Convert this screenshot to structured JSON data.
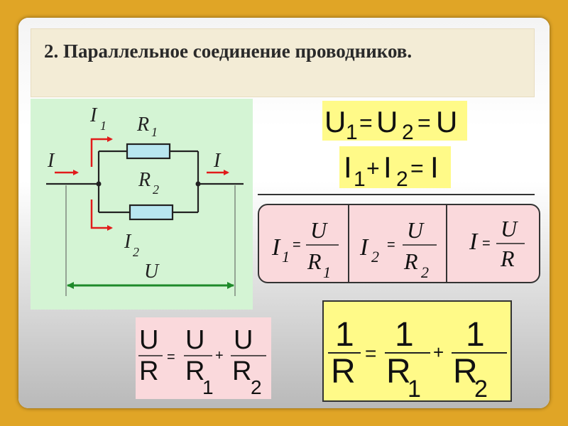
{
  "title": "2. Параллельное соединение проводников.",
  "colors": {
    "background": "#e0a526",
    "title_box": "#f3ecd6",
    "circuit_bg": "#d4f4d4",
    "resistor": "#b8e6f0",
    "arrow_red": "#e11b1b",
    "arrow_green": "#1e8a2a",
    "formula_yellow": "#fffa88",
    "formula_pink": "#fad9dc"
  },
  "circuit": {
    "label_I_in": "I",
    "label_I_out": "I",
    "label_I1": "I",
    "label_I1_sub": "1",
    "label_I2": "I",
    "label_I2_sub": "2",
    "label_R1": "R",
    "label_R1_sub": "1",
    "label_R2": "R",
    "label_R2_sub": "2",
    "label_U": "U"
  },
  "formulas": {
    "voltage": {
      "v1": "U",
      "s1": "1",
      "eq1": "=",
      "v2": "U",
      "s2": "2",
      "eq2": "=",
      "v3": "U"
    },
    "current": {
      "v1": "I",
      "s1": "1",
      "plus": "+",
      "v2": "I",
      "s2": "2",
      "eq": "=",
      "v3": "I"
    },
    "ohm1": {
      "lhs": "I",
      "lhs_sub": "1",
      "eq": "=",
      "num": "U",
      "den": "R",
      "den_sub": "1"
    },
    "ohm2": {
      "lhs": "I",
      "lhs_sub": "2",
      "eq": "=",
      "num": "U",
      "den": "R",
      "den_sub": "2"
    },
    "ohm_total": {
      "lhs": "I",
      "eq": "=",
      "num": "U",
      "den": "R"
    },
    "sum_u": {
      "n1": "U",
      "d1": "R",
      "eq": "=",
      "n2": "U",
      "d2": "R",
      "d2_sub": "1",
      "plus": "+",
      "n3": "U",
      "d3": "R",
      "d3_sub": "2"
    },
    "reciprocal": {
      "n1": "1",
      "d1": "R",
      "eq": "=",
      "n2": "1",
      "d2": "R",
      "d2_sub": "1",
      "plus": "+",
      "n3": "1",
      "d3": "R",
      "d3_sub": "2"
    }
  }
}
